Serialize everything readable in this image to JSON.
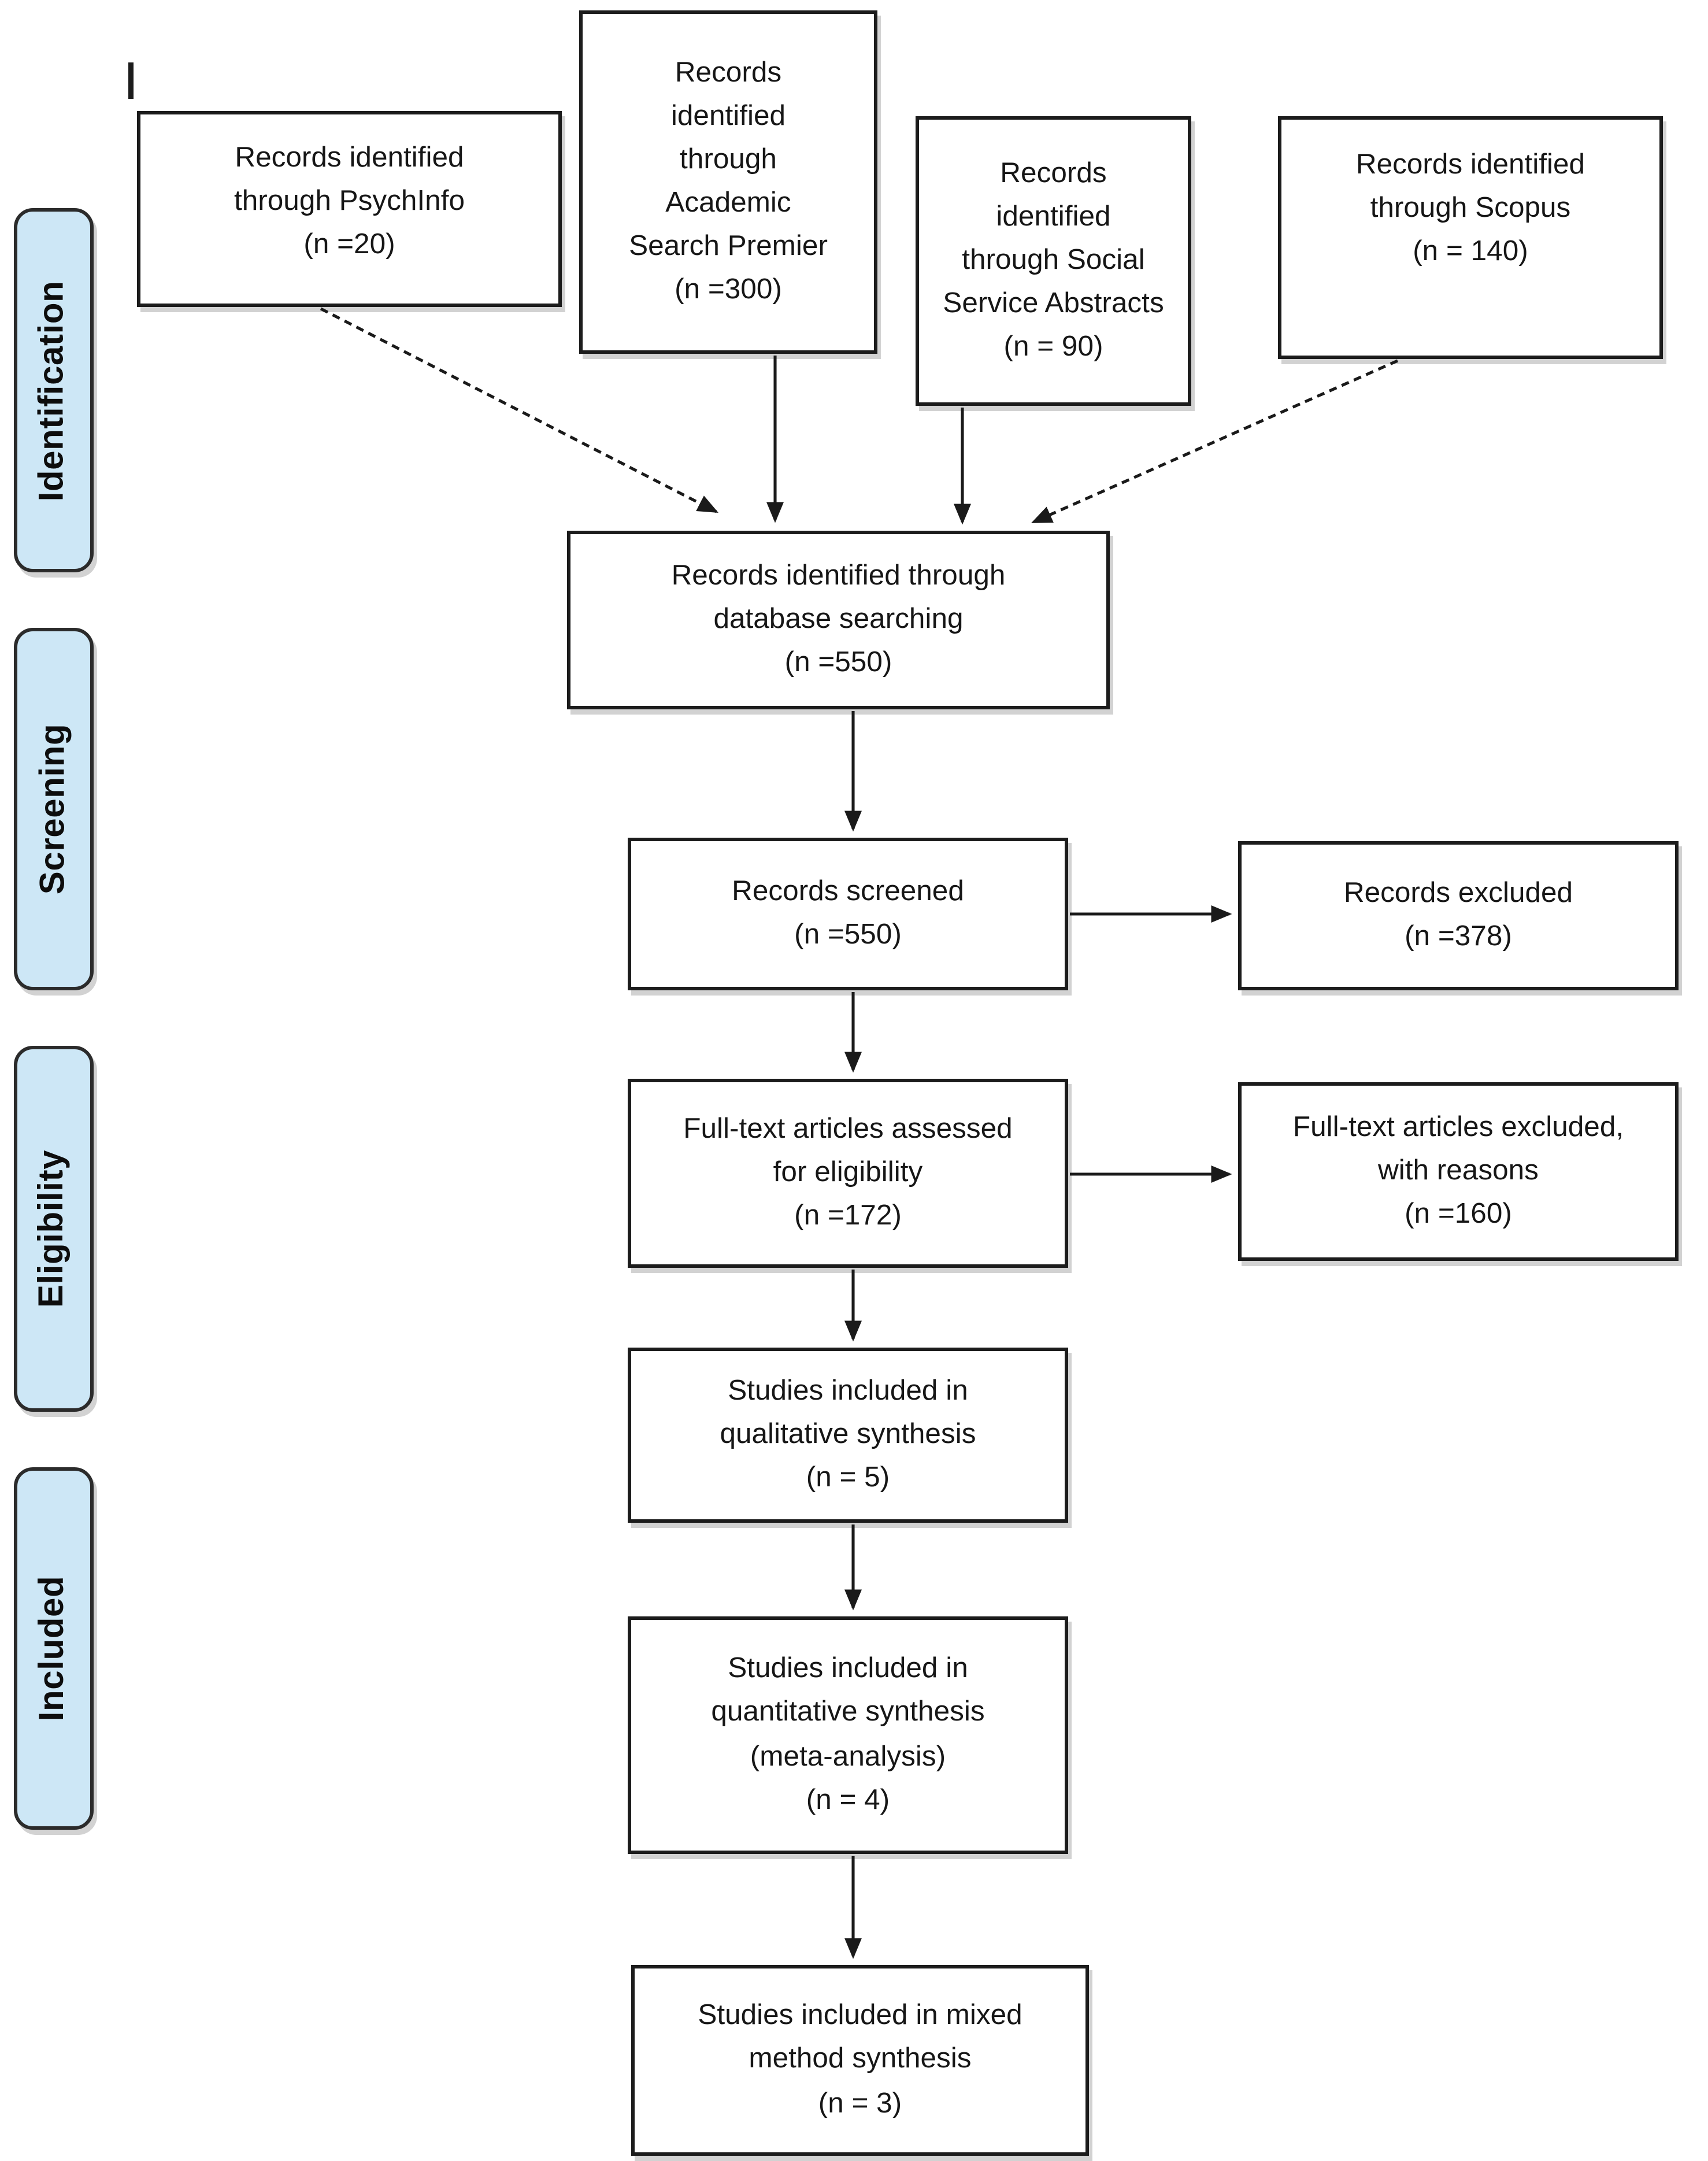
{
  "sidebar": {
    "fill_color": "#cde7f6",
    "stages": [
      {
        "label": "Identification"
      },
      {
        "label": "Screening"
      },
      {
        "label": "Eligibility"
      },
      {
        "label": "Included"
      }
    ]
  },
  "boxes": {
    "psychinfo": "Records identified\nthrough PsychInfo\n(n =20)",
    "academic": "Records\nidentified\nthrough\nAcademic\nSearch Premier\n(n =300)",
    "social": "Records\nidentified\nthrough Social\nService Abstracts\n(n = 90)",
    "scopus": "Records identified\nthrough Scopus\n(n = 140)",
    "database": "Records identified through\ndatabase searching\n(n =550)",
    "screened": "Records screened\n(n =550)",
    "excluded": "Records excluded\n(n =378)",
    "fulltext": "Full-text articles assessed\nfor eligibility\n(n =172)",
    "fulltext_excluded": "Full-text articles excluded,\nwith reasons\n(n =160)",
    "qualitative": "Studies included in\nqualitative synthesis\n(n = 5)",
    "quantitative": "Studies included in\nquantitative synthesis\n(meta-analysis)\n(n = 4)",
    "mixed": "Studies included in mixed\nmethod synthesis\n(n = 3)"
  }
}
